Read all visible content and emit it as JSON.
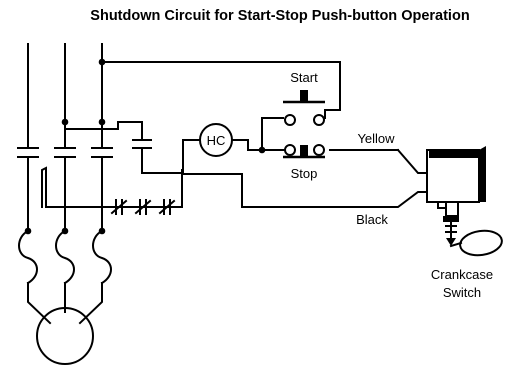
{
  "diagram": {
    "title": "Shutdown Circuit for Start-Stop Push-button Operation",
    "labels": {
      "start": "Start",
      "stop": "Stop",
      "hc": "HC",
      "yellow": "Yellow",
      "black": "Black",
      "crankcase_line1": "Crankcase",
      "crankcase_line2": "Switch"
    }
  }
}
